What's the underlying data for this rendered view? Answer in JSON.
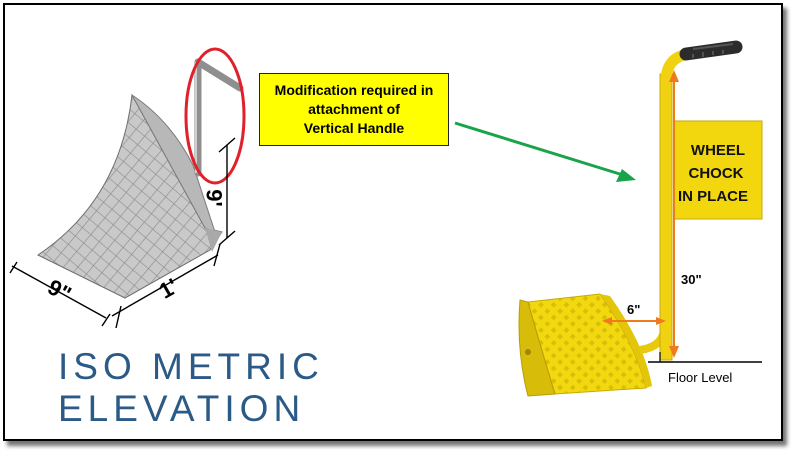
{
  "callout": {
    "line1": "Modification required in",
    "line2": "attachment of",
    "line3": "Vertical Handle"
  },
  "iso_title": {
    "line1": "ISO METRIC",
    "line2": "ELEVATION"
  },
  "iso_dimensions": {
    "width": "9\"",
    "length": "1'",
    "height": "9'"
  },
  "sign": {
    "line1": "WHEEL",
    "line2": "CHOCK",
    "line3": "IN PLACE"
  },
  "photo_dimensions": {
    "offset": "6\"",
    "height": "30\"",
    "floor": "Floor Level"
  },
  "colors": {
    "callout_bg": "#ffff00",
    "title_blue": "#2b5a86",
    "arrow_green": "#1aa34a",
    "highlight_red": "#e0202a",
    "dimension_orange": "#f07a1e",
    "chock_yellow": "#f4dc14"
  }
}
